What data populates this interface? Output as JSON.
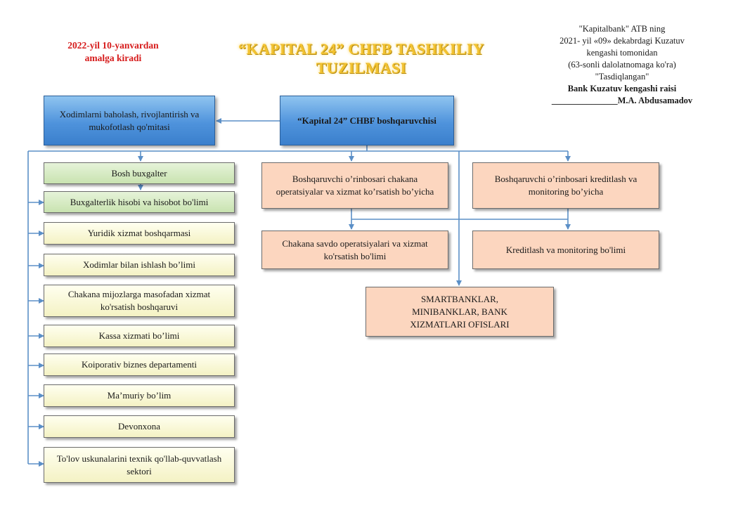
{
  "header": {
    "effective_note_line1": "2022-yil 10-yanvardan",
    "effective_note_line2": "amalga  kiradi",
    "title_line1": "“KAPITAL 24” CHFB TASHKILIY",
    "title_line2": "TUZILMASI"
  },
  "approval": {
    "line1": "\"Kapitalbank\"  ATB ning",
    "line2": "2021- yil  «09» dekabrdagi Kuzatuv",
    "line3": "kengashi tomonidan",
    "line4": "(63-sonli dalolatnomaga ko'ra)",
    "line5": "\"Tasdiqlangan\"",
    "line6": "Bank Kuzatuv kengashi raisi",
    "line7": "_______________M.A. Abdusamadov"
  },
  "nodes": {
    "ceo": "“Kapital  24” CHBF boshqaruvchisi",
    "committee": "Xodimlarni  baholash, rivojlantirish  va mukofotlash qo'mitasi",
    "chief_accountant": "Bosh buxgalter",
    "accounting_dept": "Buxgalterlik  hisobi  va hisobot bo'limi",
    "legal": "Yuridik  xizmat  boshqarmasi",
    "hr": "Xodimlar  bilan  ishlash  bo’limi",
    "remote_service": "Chakana mijozlarga  masofadan  xizmat ko'rsatish  boshqaruvi",
    "cash": "Kassa xizmati  bo’limi",
    "corporate": "Koiporativ  biznes  departamenti",
    "admin": "Ma’muriy  bo’lim",
    "registry": "Devonxona",
    "payment_support": "To'lov uskunalarini  texnik  qo'llab-quvvatlash  sektori",
    "deputy_retail": "Boshqaruvchi  o’rinbosari  chakana operatsiyalar  va xizmat  ko’rsatish bo’yicha",
    "deputy_credit": "Boshqaruvchi  o’rinbosari  kreditlash va monitoring  bo’yicha",
    "retail_ops_dept": "Chakana savdo operatsiyalari  va xizmat  ko'rsatish bo'limi",
    "credit_dept": "Kreditlash  va monitoring  bo'limi",
    "offices": "SMARTBANKLAR, MINIBANKLAR, BANK XIZMATLARI  OFISLARI"
  },
  "colors": {
    "connector": "#5b8fc7",
    "blue_box": "#4f93dc",
    "green_box": "#c9e3b0",
    "yellow_box": "#f4f2c4",
    "peach_box": "#fcd6bf",
    "note_red": "#d61a1a",
    "title_gold": "#f2c230"
  }
}
